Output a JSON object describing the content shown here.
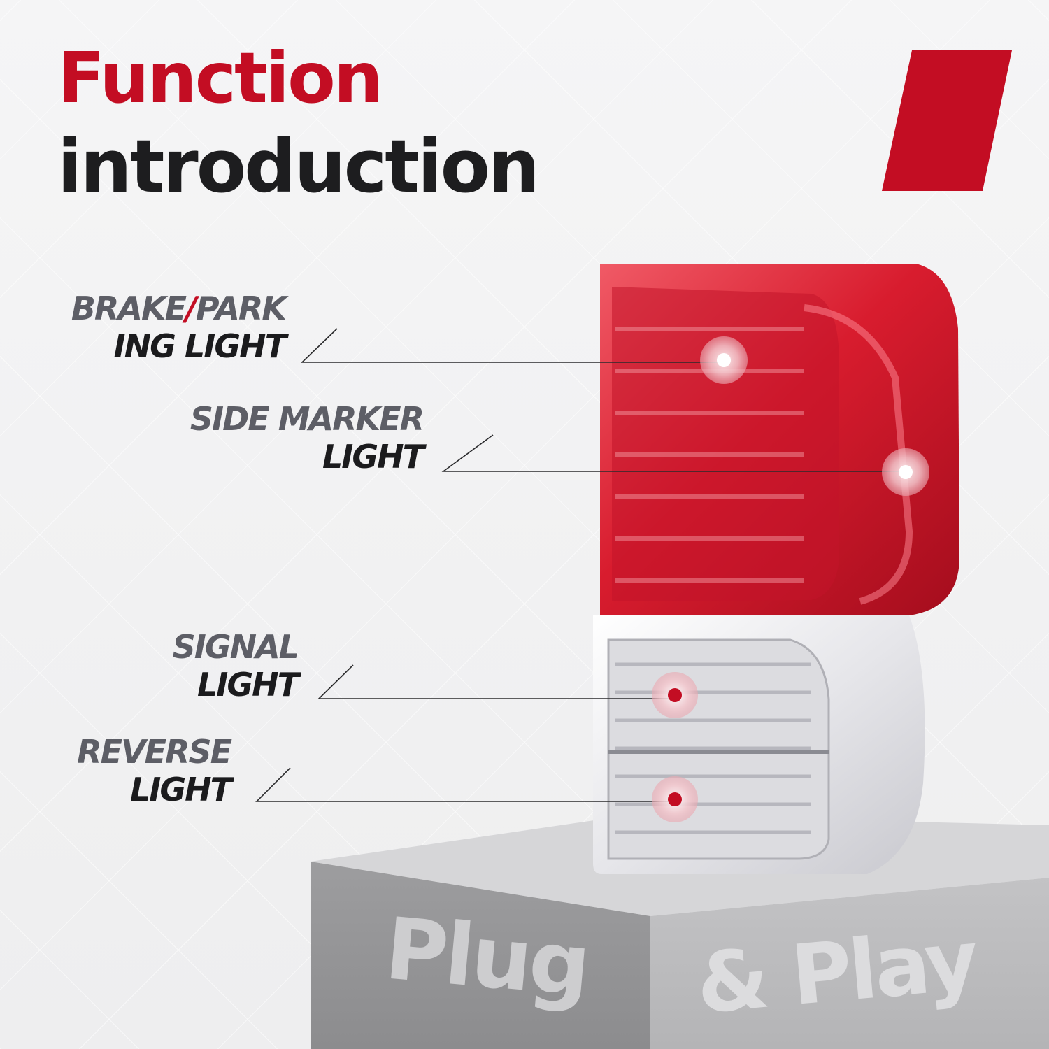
{
  "title": {
    "line1": "Function",
    "line2": "introduction"
  },
  "labels": {
    "brake": {
      "line1_part1": "BRAKE",
      "line1_slash": "/",
      "line1_part2": "PARK",
      "line2": "ING LIGHT"
    },
    "side_marker": {
      "line1": "SIDE MARKER",
      "line2": "LIGHT"
    },
    "signal": {
      "line1": "SIGNAL",
      "line2": "LIGHT"
    },
    "reverse": {
      "line1": "REVERSE",
      "line2": "LIGHT"
    }
  },
  "podium": {
    "front_text": "Plug",
    "side_text": "& Play"
  },
  "colors": {
    "brand_red": "#c30d23",
    "dark_text": "#1b1b1d",
    "gray_text": "#5d5e66"
  }
}
